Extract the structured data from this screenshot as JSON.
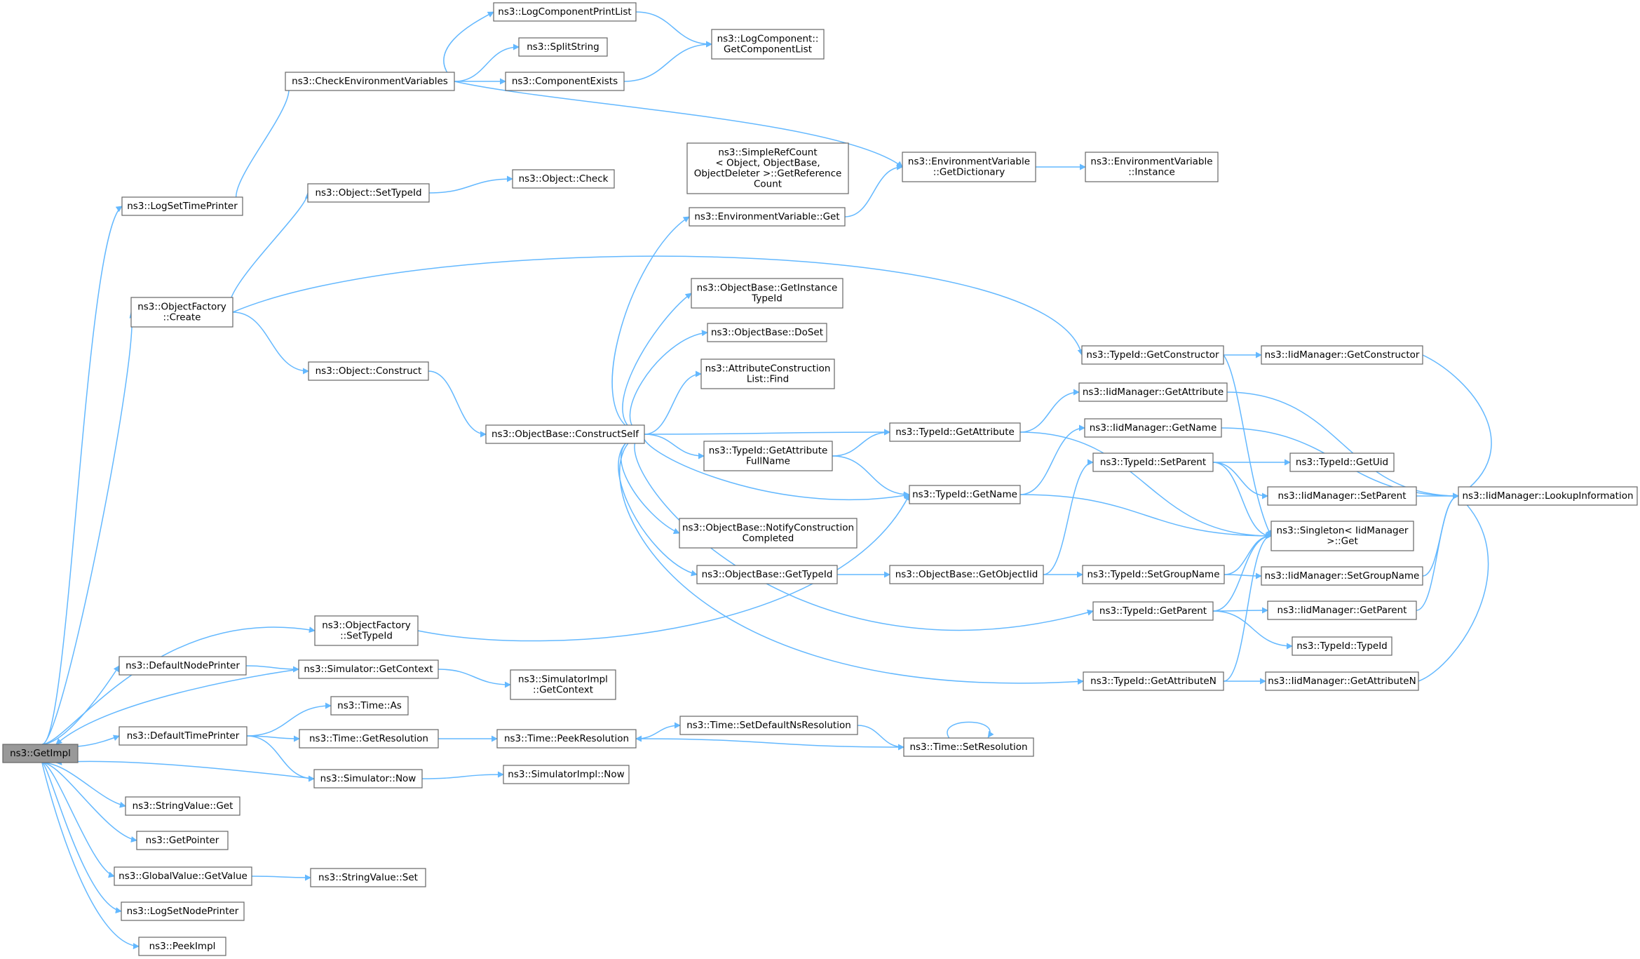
{
  "colors": {
    "edge": "#63b8ff",
    "node_border": "#666666",
    "root_fill": "#999999",
    "node_fill": "#ffffff"
  },
  "nodes": [
    {
      "id": "GetImpl",
      "lines": [
        "ns3::GetImpl"
      ],
      "root": true
    },
    {
      "id": "LogSetTimePrinter",
      "lines": [
        "ns3::LogSetTimePrinter"
      ]
    },
    {
      "id": "ObjectFactoryCreate",
      "lines": [
        "ns3::ObjectFactory",
        "::Create"
      ]
    },
    {
      "id": "ObjectFactorySetTypeId",
      "lines": [
        "ns3::ObjectFactory",
        "::SetTypeId"
      ]
    },
    {
      "id": "DefaultNodePrinter",
      "lines": [
        "ns3::DefaultNodePrinter"
      ]
    },
    {
      "id": "DefaultTimePrinter",
      "lines": [
        "ns3::DefaultTimePrinter"
      ]
    },
    {
      "id": "StringValueGet",
      "lines": [
        "ns3::StringValue::Get"
      ]
    },
    {
      "id": "GetPointer",
      "lines": [
        "ns3::GetPointer"
      ]
    },
    {
      "id": "GlobalValueGetValue",
      "lines": [
        "ns3::GlobalValue::GetValue"
      ]
    },
    {
      "id": "LogSetNodePrinter",
      "lines": [
        "ns3::LogSetNodePrinter"
      ]
    },
    {
      "id": "PeekImpl",
      "lines": [
        "ns3::PeekImpl"
      ]
    },
    {
      "id": "CheckEnvVars",
      "lines": [
        "ns3::CheckEnvironmentVariables"
      ]
    },
    {
      "id": "ObjectSetTypeId",
      "lines": [
        "ns3::Object::SetTypeId"
      ]
    },
    {
      "id": "ObjectConstruct",
      "lines": [
        "ns3::Object::Construct"
      ]
    },
    {
      "id": "SimulatorGetContext",
      "lines": [
        "ns3::Simulator::GetContext"
      ]
    },
    {
      "id": "TimeAs",
      "lines": [
        "ns3::Time::As"
      ]
    },
    {
      "id": "TimeGetResolution",
      "lines": [
        "ns3::Time::GetResolution"
      ]
    },
    {
      "id": "SimulatorNow",
      "lines": [
        "ns3::Simulator::Now"
      ]
    },
    {
      "id": "StringValueSet",
      "lines": [
        "ns3::StringValue::Set"
      ]
    },
    {
      "id": "LogComponentPrintList",
      "lines": [
        "ns3::LogComponentPrintList"
      ]
    },
    {
      "id": "SplitString",
      "lines": [
        "ns3::SplitString"
      ]
    },
    {
      "id": "ComponentExists",
      "lines": [
        "ns3::ComponentExists"
      ]
    },
    {
      "id": "ObjectCheck",
      "lines": [
        "ns3::Object::Check"
      ]
    },
    {
      "id": "ConstructSelf",
      "lines": [
        "ns3::ObjectBase::ConstructSelf"
      ]
    },
    {
      "id": "SimulatorImplGetContext",
      "lines": [
        "ns3::SimulatorImpl",
        "::GetContext"
      ]
    },
    {
      "id": "TimePeekResolution",
      "lines": [
        "ns3::Time::PeekResolution"
      ]
    },
    {
      "id": "SimulatorImplNow",
      "lines": [
        "ns3::SimulatorImpl::Now"
      ]
    },
    {
      "id": "GetComponentList",
      "lines": [
        "ns3::LogComponent::",
        "GetComponentList"
      ]
    },
    {
      "id": "SimpleRefCount",
      "lines": [
        "ns3::SimpleRefCount",
        "< Object, ObjectBase,",
        "ObjectDeleter >::GetReference",
        "Count"
      ]
    },
    {
      "id": "EnvVarGet",
      "lines": [
        "ns3::EnvironmentVariable::Get"
      ]
    },
    {
      "id": "GetInstanceTypeId",
      "lines": [
        "ns3::ObjectBase::GetInstance",
        "TypeId"
      ]
    },
    {
      "id": "DoSet",
      "lines": [
        "ns3::ObjectBase::DoSet"
      ]
    },
    {
      "id": "AttrConstructionFind",
      "lines": [
        "ns3::AttributeConstruction",
        "List::Find"
      ]
    },
    {
      "id": "GetAttributeFullName",
      "lines": [
        "ns3::TypeId::GetAttribute",
        "FullName"
      ]
    },
    {
      "id": "NotifyConstructionCompleted",
      "lines": [
        "ns3::ObjectBase::NotifyConstruction",
        "Completed"
      ]
    },
    {
      "id": "ObjectBaseGetTypeId",
      "lines": [
        "ns3::ObjectBase::GetTypeId"
      ]
    },
    {
      "id": "SetDefaultNsResolution",
      "lines": [
        "ns3::Time::SetDefaultNsResolution"
      ]
    },
    {
      "id": "EnvVarGetDictionary",
      "lines": [
        "ns3::EnvironmentVariable",
        "::GetDictionary"
      ]
    },
    {
      "id": "TypeIdGetAttribute",
      "lines": [
        "ns3::TypeId::GetAttribute"
      ]
    },
    {
      "id": "TypeIdGetName",
      "lines": [
        "ns3::TypeId::GetName"
      ]
    },
    {
      "id": "GetObjectIid",
      "lines": [
        "ns3::ObjectBase::GetObjectIid"
      ]
    },
    {
      "id": "TimeSetResolution",
      "lines": [
        "ns3::Time::SetResolution"
      ]
    },
    {
      "id": "EnvVarInstance",
      "lines": [
        "ns3::EnvironmentVariable",
        "::Instance"
      ]
    },
    {
      "id": "TypeIdGetConstructor",
      "lines": [
        "ns3::TypeId::GetConstructor"
      ]
    },
    {
      "id": "IidGetAttribute",
      "lines": [
        "ns3::IidManager::GetAttribute"
      ]
    },
    {
      "id": "IidGetName",
      "lines": [
        "ns3::IidManager::GetName"
      ]
    },
    {
      "id": "TypeIdSetParent",
      "lines": [
        "ns3::TypeId::SetParent"
      ]
    },
    {
      "id": "TypeIdSetGroupName",
      "lines": [
        "ns3::TypeId::SetGroupName"
      ]
    },
    {
      "id": "TypeIdGetParent",
      "lines": [
        "ns3::TypeId::GetParent"
      ]
    },
    {
      "id": "TypeIdGetAttributeN",
      "lines": [
        "ns3::TypeId::GetAttributeN"
      ]
    },
    {
      "id": "IidGetConstructor",
      "lines": [
        "ns3::IidManager::GetConstructor"
      ]
    },
    {
      "id": "TypeIdGetUid",
      "lines": [
        "ns3::TypeId::GetUid"
      ]
    },
    {
      "id": "IidSetParent",
      "lines": [
        "ns3::IidManager::SetParent"
      ]
    },
    {
      "id": "SingletonGet",
      "lines": [
        "ns3::Singleton< IidManager",
        ">::Get"
      ]
    },
    {
      "id": "IidSetGroupName",
      "lines": [
        "ns3::IidManager::SetGroupName"
      ]
    },
    {
      "id": "IidGetParent",
      "lines": [
        "ns3::IidManager::GetParent"
      ]
    },
    {
      "id": "TypeIdTypeId",
      "lines": [
        "ns3::TypeId::TypeId"
      ]
    },
    {
      "id": "IidGetAttributeN",
      "lines": [
        "ns3::IidManager::GetAttributeN"
      ]
    },
    {
      "id": "IidLookupInformation",
      "lines": [
        "ns3::IidManager::LookupInformation"
      ]
    }
  ]
}
